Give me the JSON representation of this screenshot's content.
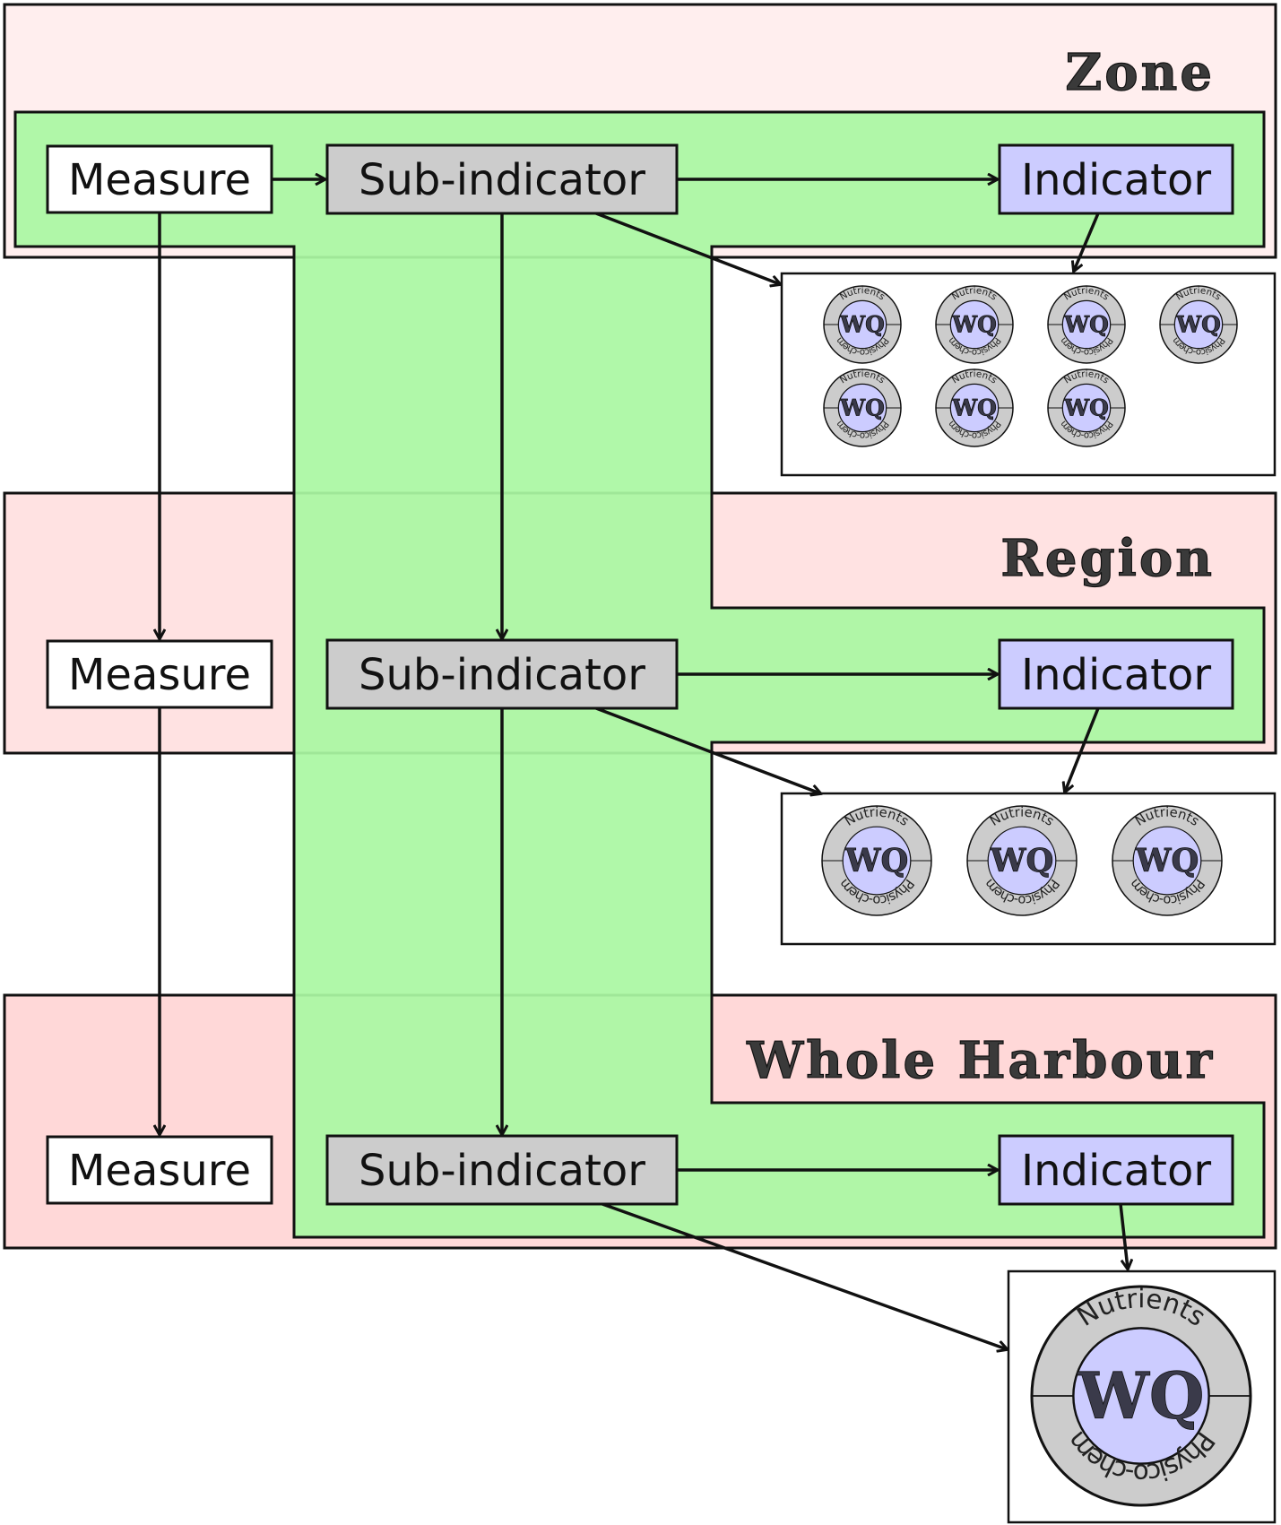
{
  "levels": {
    "zone": {
      "title": "Zone"
    },
    "region": {
      "title": "Region"
    },
    "harbour": {
      "title": "Whole Harbour"
    }
  },
  "nodes": {
    "measure": "Measure",
    "sub_indicator": "Sub-indicator",
    "indicator": "Indicator"
  },
  "badge": {
    "center": "WQ",
    "top": "Nutrients",
    "bottom": "Physico-chem"
  },
  "badge_counts": {
    "zone": 7,
    "region": 3,
    "harbour": 1
  },
  "colors": {
    "zone_bg": "#ffeeee",
    "region_bg": "#ffe2e2",
    "harbour_bg": "#ffd8d8",
    "green": "#aaf8a2",
    "sub_indicator": "#cccccc",
    "indicator": "#ccccff",
    "measure": "#ffffff",
    "ring": "#cccccc",
    "badge_core": "#ccccff"
  }
}
